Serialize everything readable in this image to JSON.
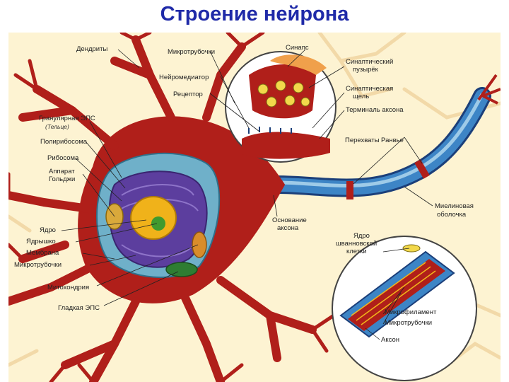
{
  "title": "Строение нейрона",
  "labels": {
    "dendrites": "Дендриты",
    "microtubules_top": "Микротрубочки",
    "neurotransmitter": "Нейромедиатор",
    "receptor": "Рецептор",
    "rough_er": "Гранулярная ЭПС",
    "nissl": "(Тельце)",
    "polyribosome": "Полирибосома",
    "ribosome": "Рибосома",
    "golgi_1": "Аппарат",
    "golgi_2": "Гольджи",
    "nucleus": "Ядро",
    "nucleolus": "Ядрышко",
    "membrane": "Мембрана",
    "microtubules_left": "Микротрубочки",
    "mitochondrion": "Митохондрия",
    "smooth_er": "Гладкая ЭПС",
    "synapse": "Синапс",
    "synaptic_vesicle_1": "Синаптический",
    "synaptic_vesicle_2": "пузырёк",
    "synaptic_cleft_1": "Синаптическая",
    "synaptic_cleft_2": "щель",
    "axon_terminal": "Терминаль аксона",
    "ranvier": "Перехваты Ранвье",
    "axon_hillock_1": "Основание",
    "axon_hillock_2": "аксона",
    "myelin_1": "Миелиновая",
    "myelin_2": "оболочка",
    "schwann_1": "Ядро",
    "schwann_2": "шванновской",
    "schwann_3": "клетки",
    "microfilament": "Микрофиламент",
    "microtubules_axon": "Микротрубочки",
    "axon": "Аксон"
  },
  "colors": {
    "title": "#1f2aa8",
    "background": "#fdf3d2",
    "neuron": "#b01f1a",
    "cytoplasm": "#6fb0c9",
    "nucleus": "#5c3e9e",
    "myelin": "#3d85c6"
  }
}
